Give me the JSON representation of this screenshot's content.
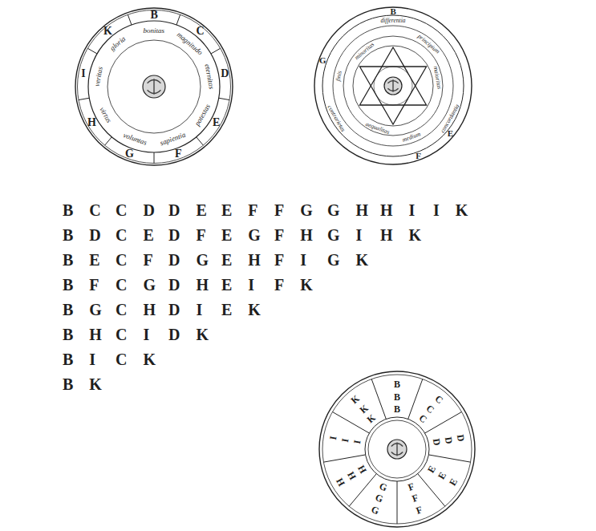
{
  "diagram": {
    "nodes": [
      {
        "text": [
          "B",
          "C",
          "D",
          "E",
          "F",
          "G",
          "H",
          "I",
          "K",
          "bonitas",
          "magnitudo",
          "eternitas",
          "potestas",
          "sapientia",
          "voluntas",
          "virtus",
          "veritas",
          "gloria"
        ]
      },
      {
        "text": [
          "B",
          "E",
          "F",
          "G",
          "differentia",
          "concordantia",
          "contrarietas",
          "principium",
          "medium",
          "finis",
          "maioritas",
          "aequalitas",
          "minoritas"
        ]
      },
      {
        "text": [
          "B",
          "B",
          "B",
          "C",
          "C",
          "C",
          "D",
          "D",
          "D",
          "E",
          "E",
          "E",
          "F",
          "F",
          "F",
          "G",
          "G",
          "G",
          "H",
          "H",
          "H",
          "I",
          "I",
          "I",
          "K",
          "K",
          "K"
        ]
      }
    ],
    "labels": [
      "BC",
      "CD",
      "DE",
      "EF",
      "FG",
      "GH",
      "HI",
      "IK",
      "BD",
      "CE",
      "DF",
      "EG",
      "FH",
      "GI",
      "HK",
      "BE",
      "CF",
      "DG",
      "EH",
      "FI",
      "GK",
      "BF",
      "CG",
      "DH",
      "EI",
      "FK",
      "BG",
      "CH",
      "DI",
      "EK",
      "BH",
      "CI",
      "DK",
      "BI",
      "CK",
      "BK"
    ]
  }
}
